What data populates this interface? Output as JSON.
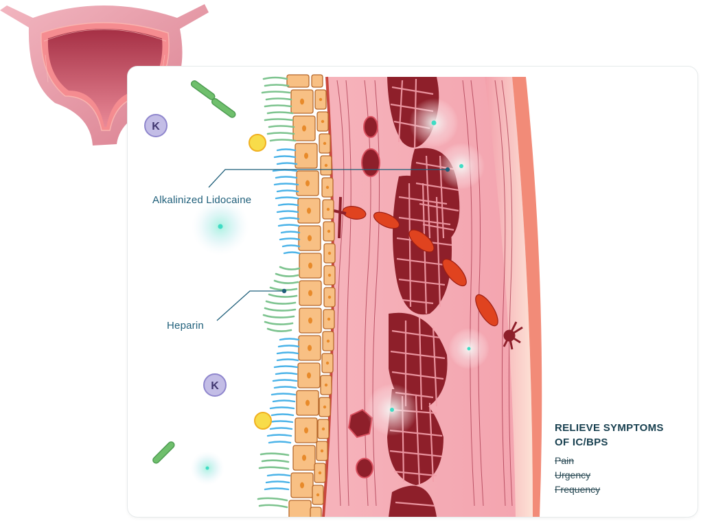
{
  "labels": {
    "lidocaine": "Alkalinized Lidocaine",
    "heparin": "Heparin"
  },
  "ions": {
    "potassium_symbol": "K"
  },
  "symptoms_panel": {
    "title_line1": "RELIEVE SYMPTOMS",
    "title_line2": "OF IC/BPS",
    "items": [
      "Pain",
      "Urgency",
      "Frequency"
    ]
  },
  "colors": {
    "label_text": "#1f5f7a",
    "heading_text": "#173f4f",
    "urothelium_cell": "#f8c084",
    "cell_nucleus": "#e88a2a",
    "gag_layer_blue": "#4bb3e8",
    "heparin_green": "#7cc38e",
    "muscle_dark": "#8e1f2a",
    "tissue_pink": "#f2a0ab",
    "nerve_orange": "#e0431f",
    "potassium_purple": "#c3bde6",
    "yellow_particle": "#f8dc4a",
    "lidocaine_teal": "#3fdcc4"
  }
}
